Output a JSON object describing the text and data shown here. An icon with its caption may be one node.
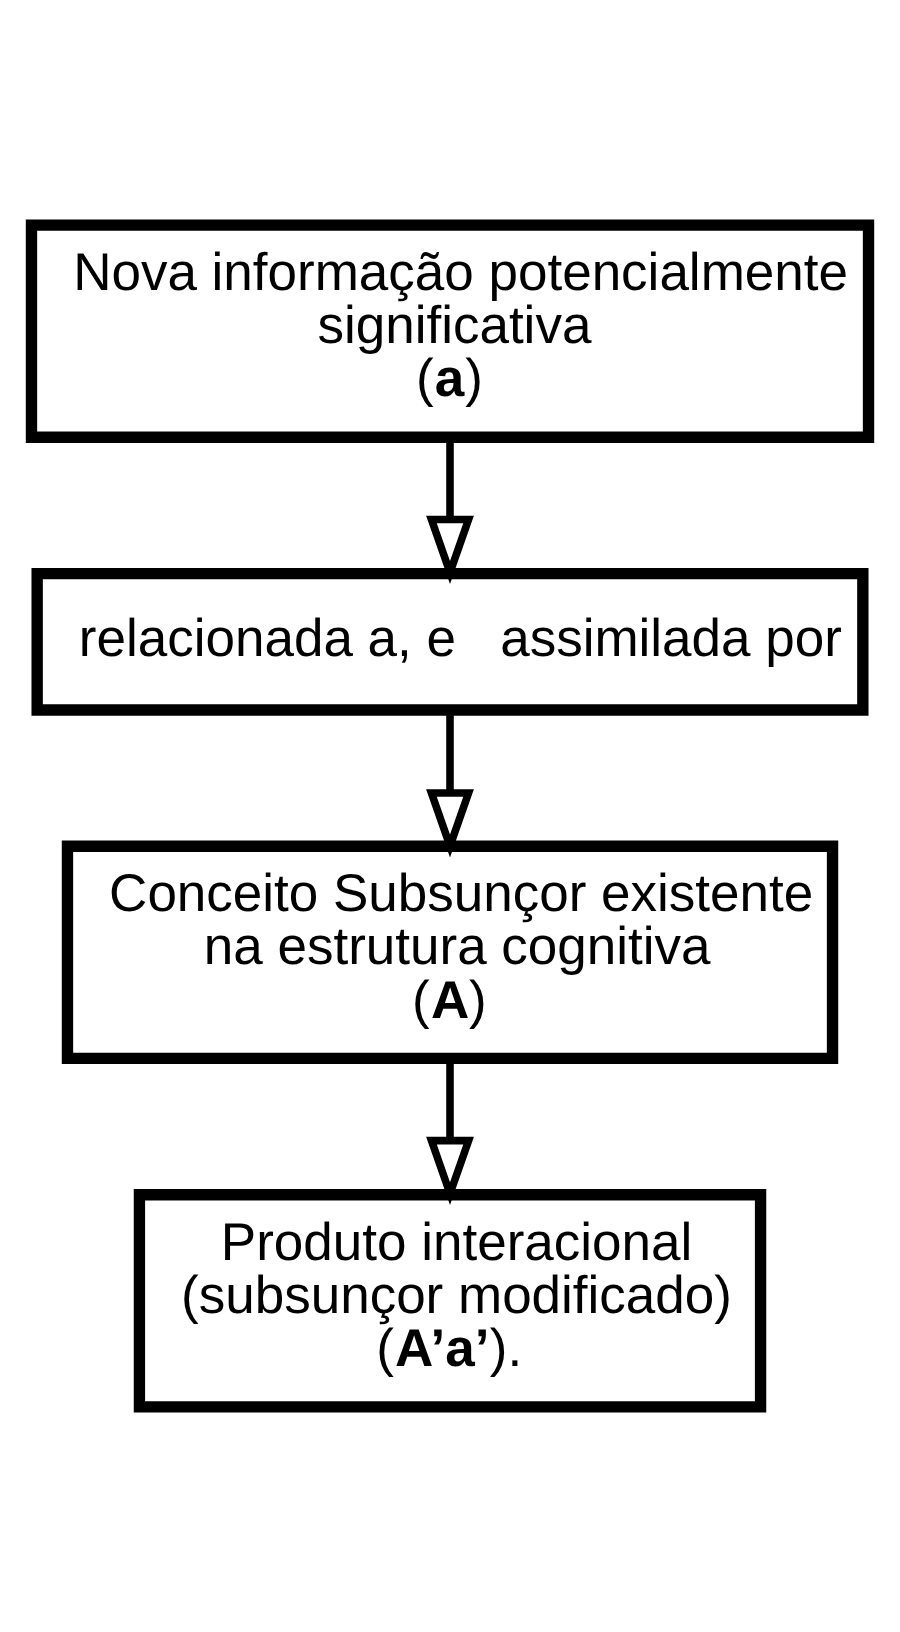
{
  "diagram": {
    "nodes": [
      {
        "text": [
          "Nova informação potencialmente significativa",
          "(**a**)"
        ]
      },
      {
        "text": [
          "relacionada a, e   assimilada por"
        ]
      },
      {
        "text": [
          "Conceito Subsunçor existente na estrutura cognitiva",
          "(**A**)"
        ]
      },
      {
        "text": [
          "Produto interacional (subsunçor modificado)",
          "(**A’a’**)."
        ]
      }
    ],
    "edges": [
      {
        "from": 0,
        "to": 1,
        "arrow": "to"
      },
      {
        "from": 1,
        "to": 2,
        "arrow": "to"
      },
      {
        "from": 2,
        "to": 3,
        "arrow": "to"
      }
    ]
  }
}
